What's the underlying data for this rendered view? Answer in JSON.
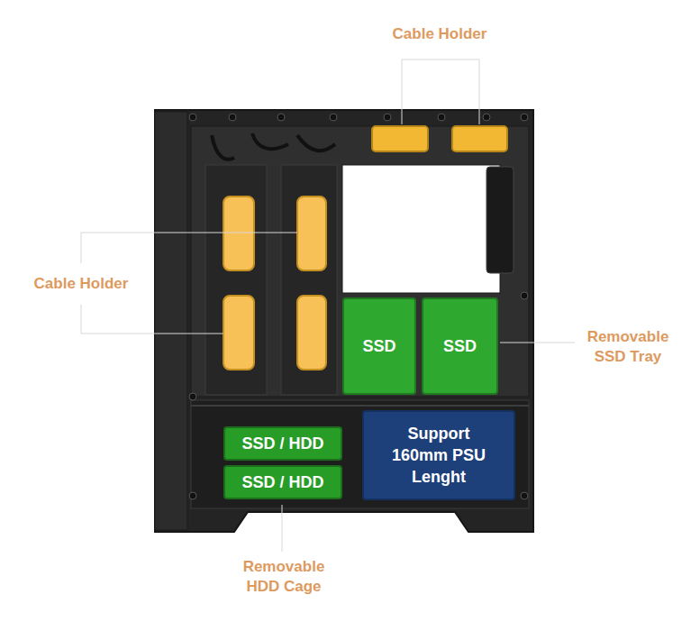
{
  "diagram": {
    "nodes": [
      {
        "text": [
          "SSD"
        ]
      },
      {
        "text": [
          "SSD"
        ]
      },
      {
        "text": [
          "SSD / HDD"
        ]
      },
      {
        "text": [
          "SSD / HDD"
        ]
      },
      {
        "text": [
          "Support 160mm PSU Lenght"
        ]
      }
    ],
    "labels": [
      "Cable Holder",
      "Cable Holder",
      "Removable SSD Tray",
      "Removable HDD Cage"
    ]
  }
}
